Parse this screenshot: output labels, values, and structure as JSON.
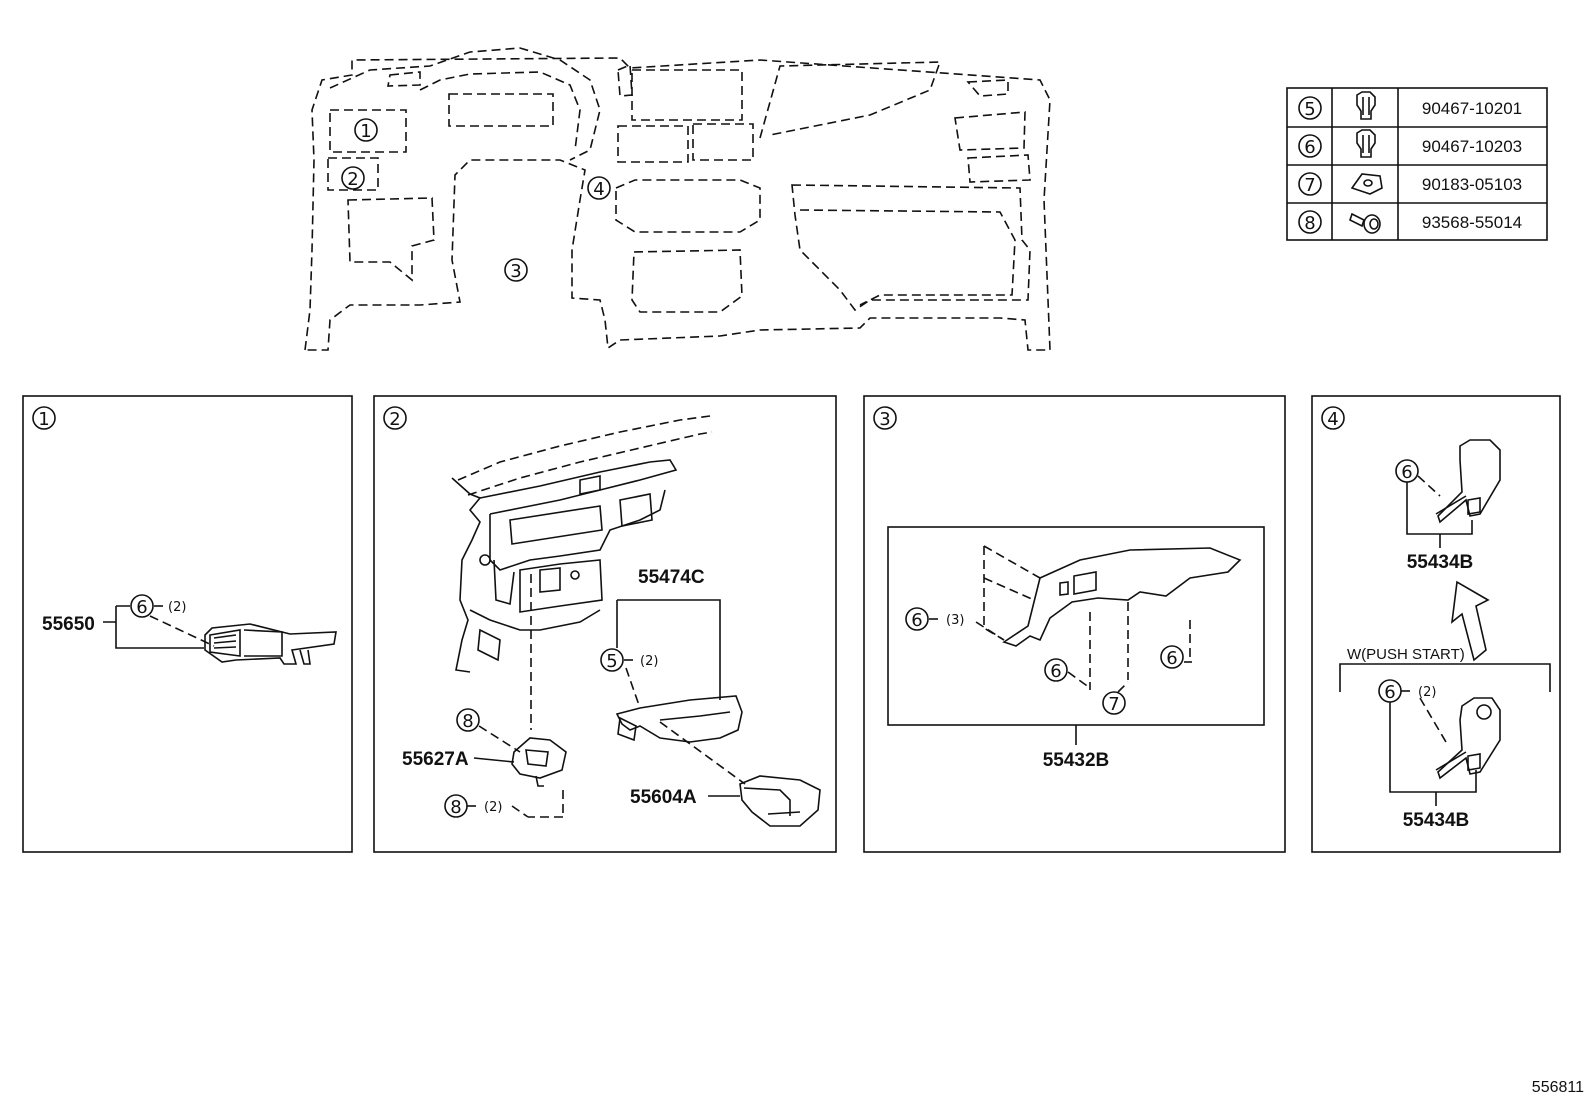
{
  "callouts": {
    "c1": "1",
    "c2": "2",
    "c3": "3",
    "c4": "4",
    "c5": "5",
    "c6": "6",
    "c7": "7",
    "c8": "8"
  },
  "fastener_table": [
    {
      "callout": "5",
      "icon": "clip-icon",
      "part": "90467-10201"
    },
    {
      "callout": "6",
      "icon": "clip-icon",
      "part": "90467-10203"
    },
    {
      "callout": "7",
      "icon": "nut-icon",
      "part": "90183-05103"
    },
    {
      "callout": "8",
      "icon": "screw-icon",
      "part": "93568-55014"
    }
  ],
  "panel1": {
    "id": "1",
    "part_55650": "55650",
    "qty_6": "(2)"
  },
  "panel2": {
    "id": "2",
    "part_55474C": "55474C",
    "qty_5": "(2)",
    "part_55627A": "55627A",
    "qty_8": "(2)",
    "part_55604A": "55604A"
  },
  "panel3": {
    "id": "3",
    "qty_6": "(3)",
    "part_55432B": "55432B"
  },
  "panel4": {
    "id": "4",
    "part_55434B_top": "55434B",
    "note": "W(PUSH START)",
    "qty_6": "(2)",
    "part_55434B_bottom": "55434B"
  },
  "image_id": "556811"
}
